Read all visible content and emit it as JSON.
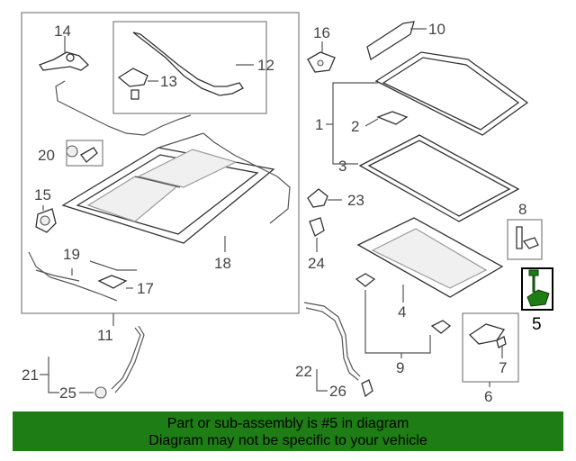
{
  "callouts": {
    "c1": "1",
    "c2": "2",
    "c3": "3",
    "c4": "4",
    "c5": "5",
    "c6": "6",
    "c7": "7",
    "c8": "8",
    "c9": "9",
    "c10": "10",
    "c11": "11",
    "c12": "12",
    "c13": "13",
    "c14": "14",
    "c15": "15",
    "c16": "16",
    "c17": "17",
    "c18": "18",
    "c19": "19",
    "c20": "20",
    "c21": "21",
    "c22": "22",
    "c23": "23",
    "c24": "24",
    "c25": "25",
    "c26": "26"
  },
  "highlight": {
    "part_number": "5",
    "color": "#1e7d14"
  },
  "banner": {
    "line1": "Part or sub-assembly is #5 in diagram",
    "line2": "Diagram may not be specific to your vehicle",
    "background": "#1e7d14"
  }
}
